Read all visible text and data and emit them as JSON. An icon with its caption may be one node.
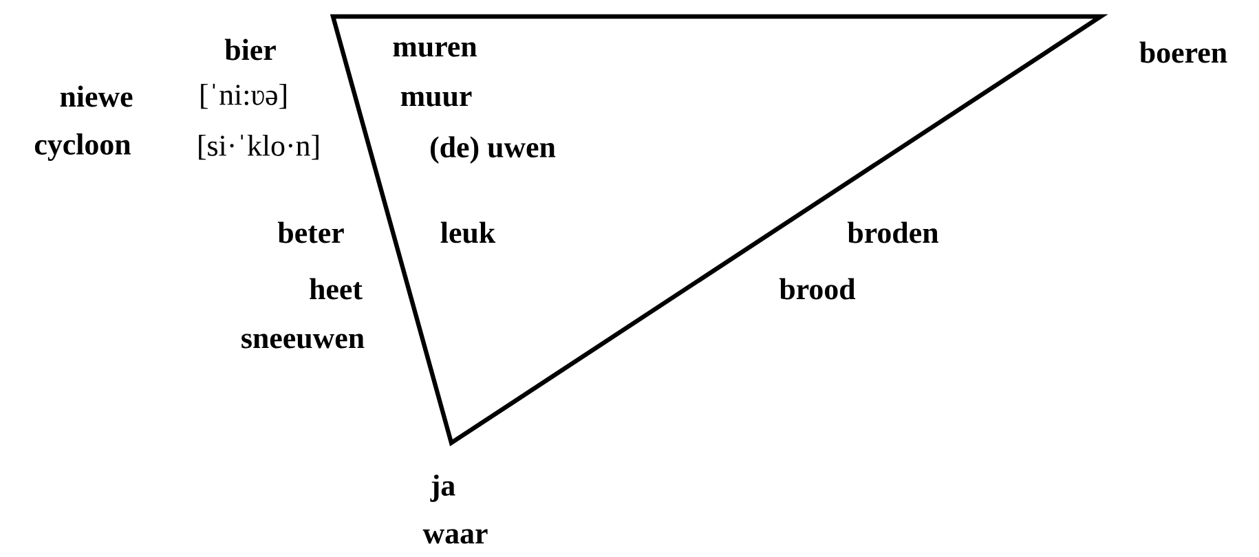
{
  "diagram": {
    "labels": [
      "bier",
      "muren",
      "boeren",
      "niewe",
      "[ˈni:ʋə]",
      "muur",
      "cycloon",
      "[si·ˈklo·n]",
      "(de) uwen",
      "beter",
      "leuk",
      "broden",
      "heet",
      "brood",
      "sneeuwen",
      "ja",
      "waar"
    ]
  }
}
